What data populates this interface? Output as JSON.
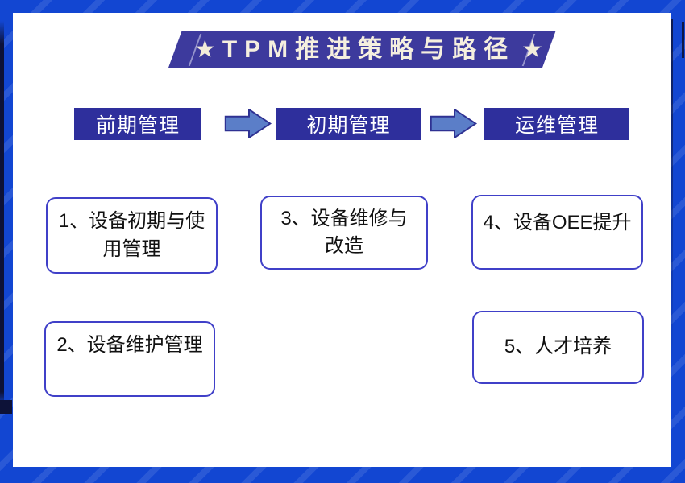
{
  "banner": {
    "title": "TPM推进策略与路径",
    "star_glyph": "★"
  },
  "stages": [
    {
      "label": "前期管理"
    },
    {
      "label": "初期管理"
    },
    {
      "label": "运维管理"
    }
  ],
  "boxes": [
    {
      "lines": [
        "1、设备初期与使",
        "用管理"
      ]
    },
    {
      "lines": [
        "2、设备维护管理"
      ]
    },
    {
      "lines": [
        "3、设备维修与",
        "改造"
      ]
    },
    {
      "lines": [
        "4、设备OEE提升"
      ]
    },
    {
      "lines": [
        "5、人才培养"
      ]
    }
  ],
  "colors": {
    "frame_blue": "#1246d2",
    "frame_dark": "#0d1238",
    "banner_bg": "#3d3a9d",
    "banner_text": "#f5efdf",
    "star": "#f2ecda",
    "stage_bg": "#2e2f9c",
    "stage_text": "#ffffff",
    "arrow_fill": "#5b7ec8",
    "arrow_stroke": "#2e3192",
    "box_border": "#4040c8",
    "box_text": "#111111",
    "canvas_bg": "#ffffff"
  }
}
